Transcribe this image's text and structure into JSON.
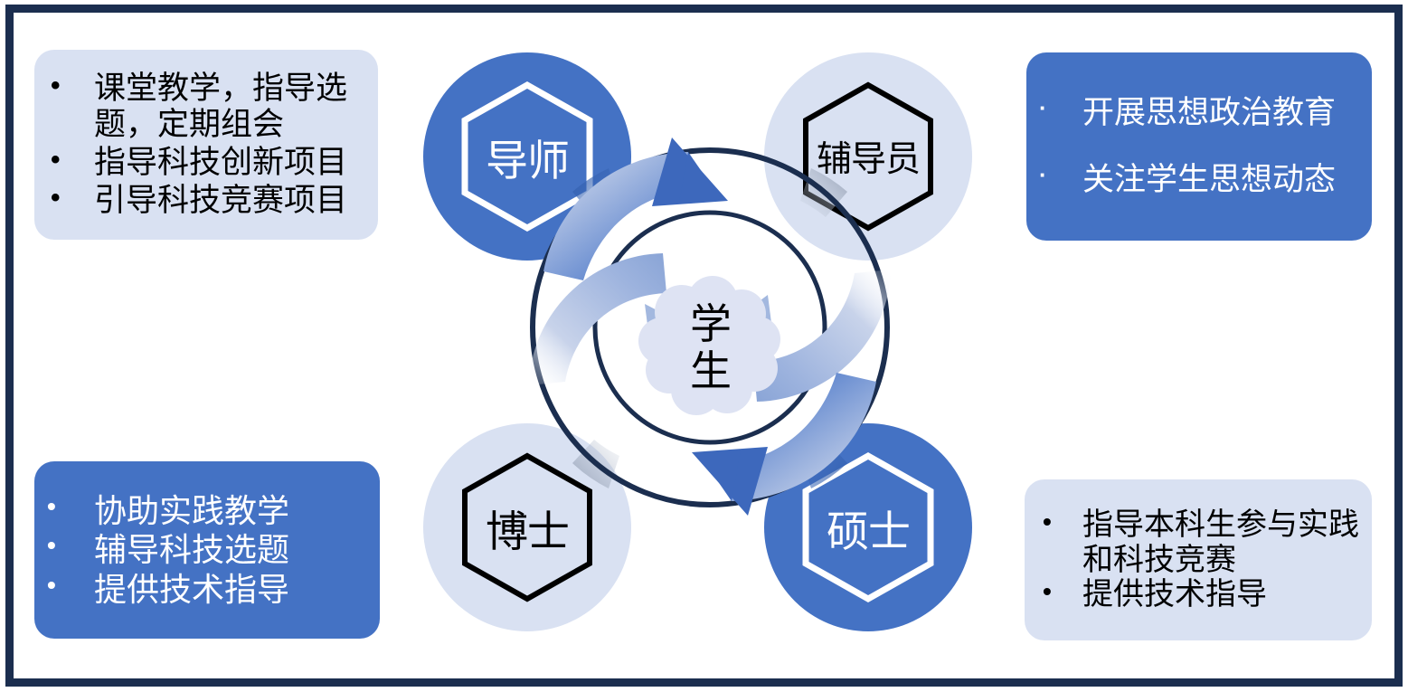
{
  "slide": {
    "frame_color": "#1B2E4F",
    "accent_blue": "#4472C4",
    "pale_blue": "#D9E1F2",
    "cloud_fill": "#DEE3F3"
  },
  "center": {
    "label_line1": "学",
    "label_line2": "生",
    "shape": "cloud"
  },
  "nodes": [
    {
      "id": "mentor",
      "label": "导师",
      "style": "solid",
      "position": "top-left"
    },
    {
      "id": "counselor",
      "label": "辅导员",
      "style": "pale",
      "position": "top-right"
    },
    {
      "id": "phd",
      "label": "博士",
      "style": "pale",
      "position": "bottom-left"
    },
    {
      "id": "master",
      "label": "硕士",
      "style": "solid",
      "position": "bottom-right"
    }
  ],
  "callouts": {
    "top_left": {
      "style": "light",
      "bullet": "•",
      "items": [
        "课堂教学，指导选题，定期组会",
        "指导科技创新项目",
        "引导科技竞赛项目"
      ]
    },
    "top_right": {
      "style": "dark",
      "bullet": "·",
      "items": [
        "开展思想政治教育",
        "关注学生思想动态"
      ]
    },
    "bottom_left": {
      "style": "dark",
      "bullet": "•",
      "items": [
        "协助实践教学",
        "辅导科技选题",
        "提供技术指导"
      ]
    },
    "bottom_right": {
      "style": "light",
      "bullet": "•",
      "items": [
        "指导本科生参与实践和科技竞赛",
        "提供技术指导"
      ]
    }
  },
  "arrows": {
    "count": 4,
    "direction": "inward-spiral",
    "from": [
      "导师",
      "辅导员",
      "博士",
      "硕士"
    ],
    "to": "学生"
  }
}
